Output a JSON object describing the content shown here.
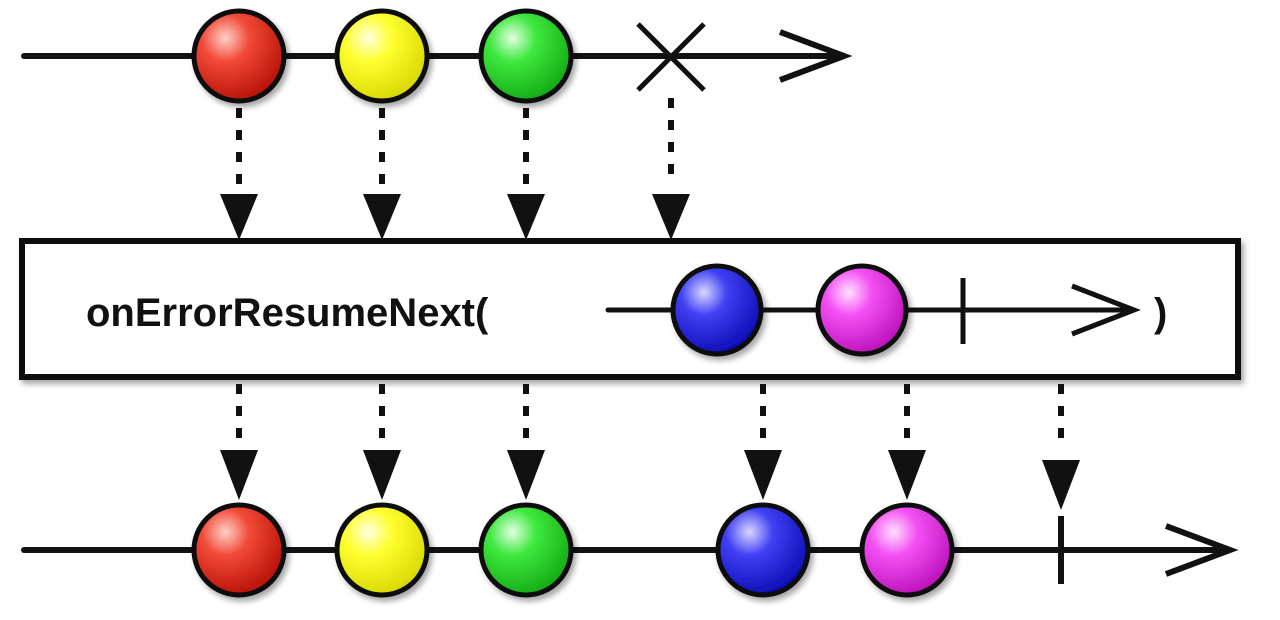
{
  "operator": {
    "name": "onErrorResumeNext(",
    "close": ")"
  },
  "colors": {
    "line": "#111111",
    "box_fill": "#ffffff",
    "red": "#e8271b",
    "yellow": "#ffff1a",
    "green": "#2ee02e",
    "blue": "#2b2bf2",
    "magenta": "#f03ef0"
  },
  "source": {
    "items": [
      "red",
      "yellow",
      "green"
    ],
    "terminal": "error"
  },
  "resume": {
    "items": [
      "blue",
      "magenta"
    ],
    "terminal": "complete"
  },
  "result": {
    "items": [
      "red",
      "yellow",
      "green",
      "blue",
      "magenta"
    ],
    "terminal": "complete"
  }
}
